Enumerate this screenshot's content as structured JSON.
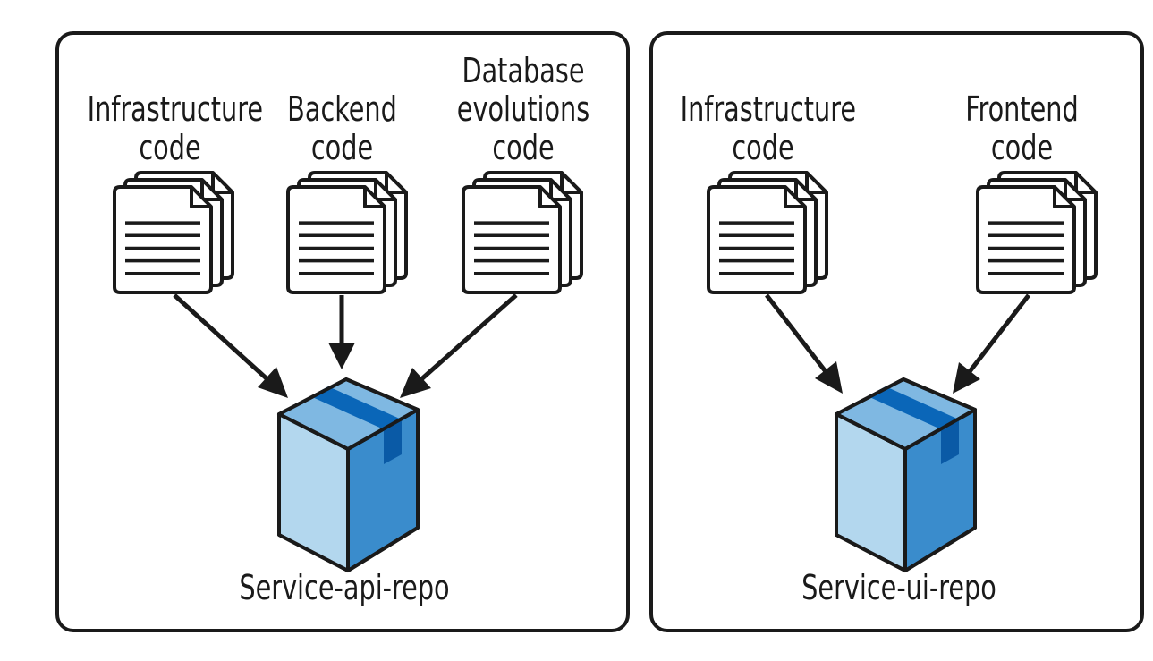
{
  "panels": [
    {
      "name": "Service-api-repo",
      "sources": [
        {
          "label": "Infrastructure\ncode"
        },
        {
          "label": "Backend\ncode"
        },
        {
          "label": "Database\nevolutions\ncode"
        }
      ],
      "repo_label": "Service-api-repo"
    },
    {
      "name": "Service-ui-repo",
      "sources": [
        {
          "label": "Infrastructure\ncode"
        },
        {
          "label": "Frontend\ncode"
        }
      ],
      "repo_label": "Service-ui-repo"
    }
  ],
  "colors": {
    "stroke": "#1a1a1a",
    "box_front": "#b3d7ee",
    "box_side": "#3a8ccc",
    "box_top": "#7fb8e2",
    "tape": "#0a66b8",
    "tape_side": "#0a5aa6"
  },
  "icons": {
    "document": "document-stack-icon",
    "package": "package-box-icon",
    "arrow": "arrow-icon"
  }
}
